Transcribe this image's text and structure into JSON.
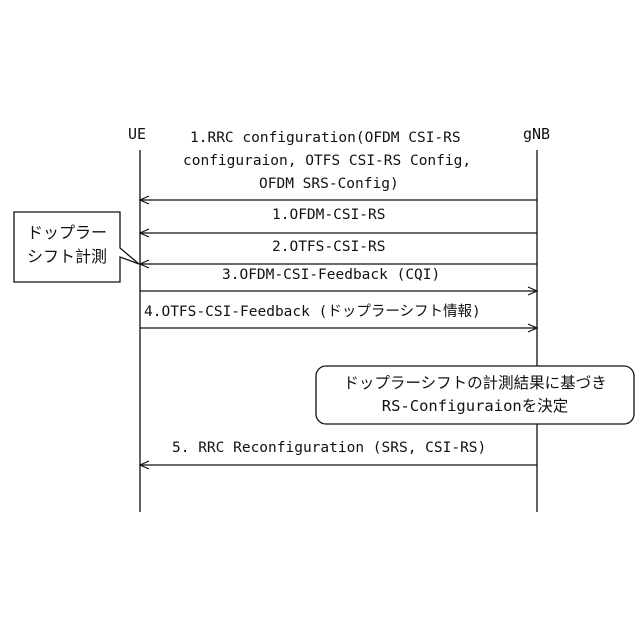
{
  "lanes": {
    "ue": "UE",
    "gnb": "gNB"
  },
  "messages": [
    {
      "lines": [
        "1.RRC configuration(OFDM CSI-RS",
        "configuraion, OTFS CSI-RS Config,",
        "OFDM SRS-Config)"
      ],
      "direction": "gNB→UE"
    },
    {
      "lines": [
        "1.OFDM-CSI-RS"
      ],
      "direction": "gNB→UE"
    },
    {
      "lines": [
        "2.OTFS-CSI-RS"
      ],
      "direction": "gNB→UE"
    },
    {
      "lines": [
        "3.OFDM-CSI-Feedback (CQI)"
      ],
      "direction": "UE→gNB"
    },
    {
      "lines": [
        "4.OTFS-CSI-Feedback (ドップラーシフト情報)"
      ],
      "direction": "UE→gNB"
    },
    {
      "lines": [
        "5. RRC Reconfiguration (SRS, CSI-RS)"
      ],
      "direction": "gNB→UE"
    }
  ],
  "ue_note": {
    "lines": [
      "ドップラー",
      "シフト計測"
    ]
  },
  "gnb_note": {
    "lines": [
      "ドップラーシフトの計測結果に基づき",
      "RS-Configuraionを決定"
    ]
  },
  "colors": {
    "line": "#111111",
    "background": "#ffffff"
  }
}
